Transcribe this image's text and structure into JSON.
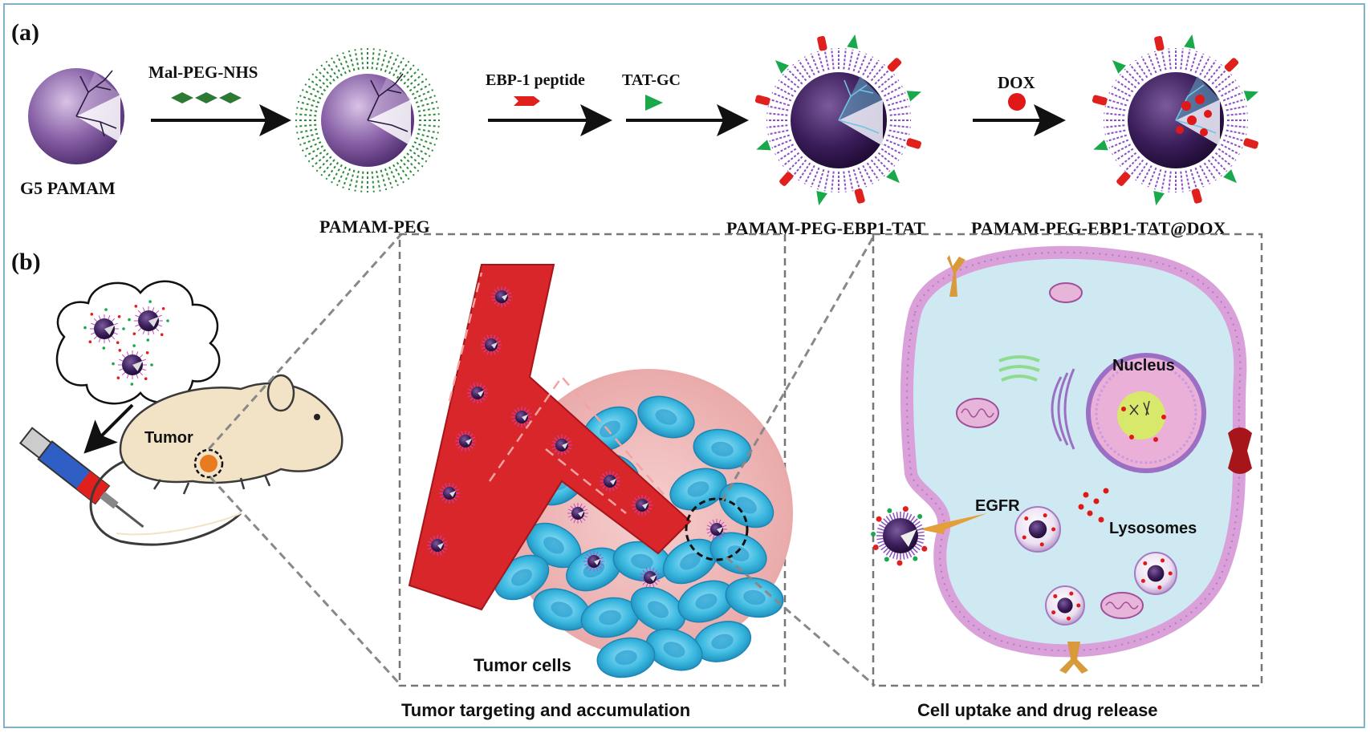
{
  "panel_a": {
    "label": "(a)",
    "step1_reagent": "Mal-PEG-NHS",
    "step2_reagent": "EBP-1 peptide",
    "step3_reagent": "TAT-GC",
    "step4_reagent": "DOX",
    "product0": "G5 PAMAM",
    "product1": "PAMAM-PEG",
    "product2": "PAMAM-PEG-EBP1-TAT",
    "product3": "PAMAM-PEG-EBP1-TAT@DOX"
  },
  "panel_b": {
    "label": "(b)",
    "tumor_label": "Tumor",
    "tumor_cells_label": "Tumor cells",
    "nucleus_label": "Nucleus",
    "egfr_label": "EGFR",
    "lysosomes_label": "Lysosomes",
    "caption_middle": "Tumor targeting and accumulation",
    "caption_right": "Cell uptake and drug release"
  },
  "colors": {
    "peg_green": "#2e8b3a",
    "peptide_red": "#e0201c",
    "tat_green": "#19a84a",
    "dox_red": "#e01818",
    "vessel_red": "#d8262a",
    "cell_blue": "#3ab8e0",
    "membrane_pink": "#d9a0d9",
    "cytoplasm": "#cfe9f2"
  }
}
